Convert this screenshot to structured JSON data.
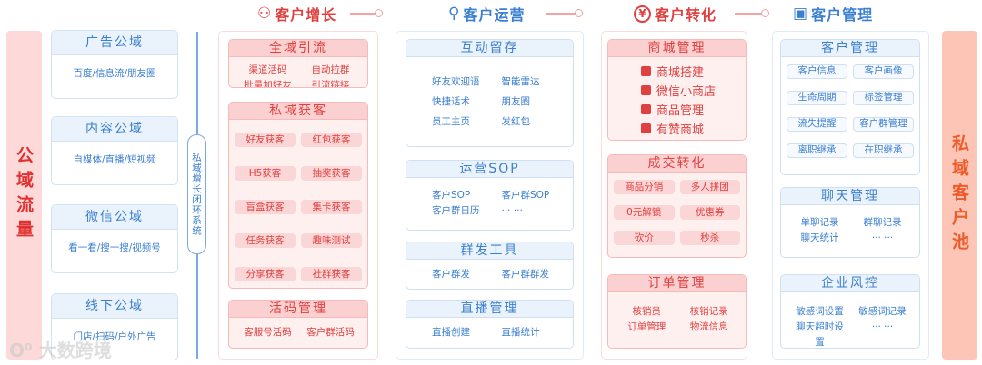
{
  "left_bar": {
    "label": "公域流量",
    "bg": "#fdd9d9",
    "color": "#e03030"
  },
  "right_bar": {
    "label": "私域客户池",
    "bg": "#fcc5b5",
    "color": "#f05a28"
  },
  "public_domains": [
    {
      "title": "广告公域",
      "desc": "百度/信息流/朋友圈"
    },
    {
      "title": "内容公域",
      "desc": "自媒体/直播/短视频"
    },
    {
      "title": "微信公域",
      "desc": "看一看/搜一搜/视频号"
    },
    {
      "title": "线下公域",
      "desc": "门店/扫码/户外广告"
    }
  ],
  "loop_label": "私域增长闭环系统",
  "stages": [
    {
      "title": "客户增长",
      "icon": "org-chart-icon",
      "color": "#e0403f"
    },
    {
      "title": "客户运营",
      "icon": "user-operation-icon",
      "color": "#3b7fd0"
    },
    {
      "title": "客户转化",
      "icon": "yen-cycle-icon",
      "color": "#e0403f"
    },
    {
      "title": "客户管理",
      "icon": "contact-card-icon",
      "color": "#3b7fd0"
    }
  ],
  "columns": [
    {
      "theme": "red",
      "boxes": [
        {
          "title": "全域引流",
          "style": "list",
          "items": [
            "渠道活码",
            "自动拉群",
            "批量加好友",
            "引流链接"
          ]
        },
        {
          "title": "私域获客",
          "style": "chips",
          "items": [
            "好友获客",
            "红包获客",
            "H5获客",
            "抽奖获客",
            "盲盒获客",
            "集卡获客",
            "任务获客",
            "趣味测试",
            "分享获客",
            "社群获客"
          ]
        },
        {
          "title": "活码管理",
          "style": "list",
          "items": [
            "客服号活码",
            "客户群活码"
          ]
        }
      ]
    },
    {
      "theme": "blue",
      "boxes": [
        {
          "title": "互动留存",
          "style": "list",
          "items": [
            "好友欢迎语",
            "智能雷达",
            "快捷话术",
            "朋友圈",
            "员工主页",
            "发红包"
          ]
        },
        {
          "title": "运营SOP",
          "style": "list",
          "items": [
            "客户SOP",
            "客户群SOP",
            "客户群日历",
            "··· ···"
          ]
        },
        {
          "title": "群发工具",
          "style": "list",
          "items": [
            "客户群发",
            "客户群群发"
          ]
        },
        {
          "title": "直播管理",
          "style": "list",
          "items": [
            "直播创建",
            "直播统计"
          ]
        }
      ]
    },
    {
      "theme": "red",
      "boxes": [
        {
          "title": "商城管理",
          "style": "icons",
          "items": [
            {
              "icon": "store-icon",
              "label": "商城搭建"
            },
            {
              "icon": "shopping-bag-icon",
              "label": "微信小商店"
            },
            {
              "icon": "shop-icon",
              "label": "商品管理"
            },
            {
              "icon": "thumbs-up-icon",
              "label": "有赞商城"
            }
          ]
        },
        {
          "title": "成交转化",
          "style": "chips",
          "items": [
            "商品分销",
            "多人拼团",
            "0元解锁",
            "优惠券",
            "砍价",
            "秒杀"
          ]
        },
        {
          "title": "订单管理",
          "style": "list",
          "items": [
            "核销员",
            "核销记录",
            "订单管理",
            "物流信息"
          ]
        }
      ]
    },
    {
      "theme": "blue",
      "boxes": [
        {
          "title": "客户管理",
          "style": "chips",
          "items": [
            "客户信息",
            "客户画像",
            "生命周期",
            "标签管理",
            "流失提醒",
            "客户群管理",
            "离职继承",
            "在职继承"
          ]
        },
        {
          "title": "聊天管理",
          "style": "list",
          "items": [
            "单聊记录",
            "群聊记录",
            "聊天统计",
            "··· ···"
          ]
        },
        {
          "title": "企业风控",
          "style": "list",
          "items": [
            "敏感词设置",
            "敏感词记录",
            "聊天超时设置",
            "··· ···"
          ]
        }
      ]
    }
  ],
  "watermark": "大数跨境"
}
